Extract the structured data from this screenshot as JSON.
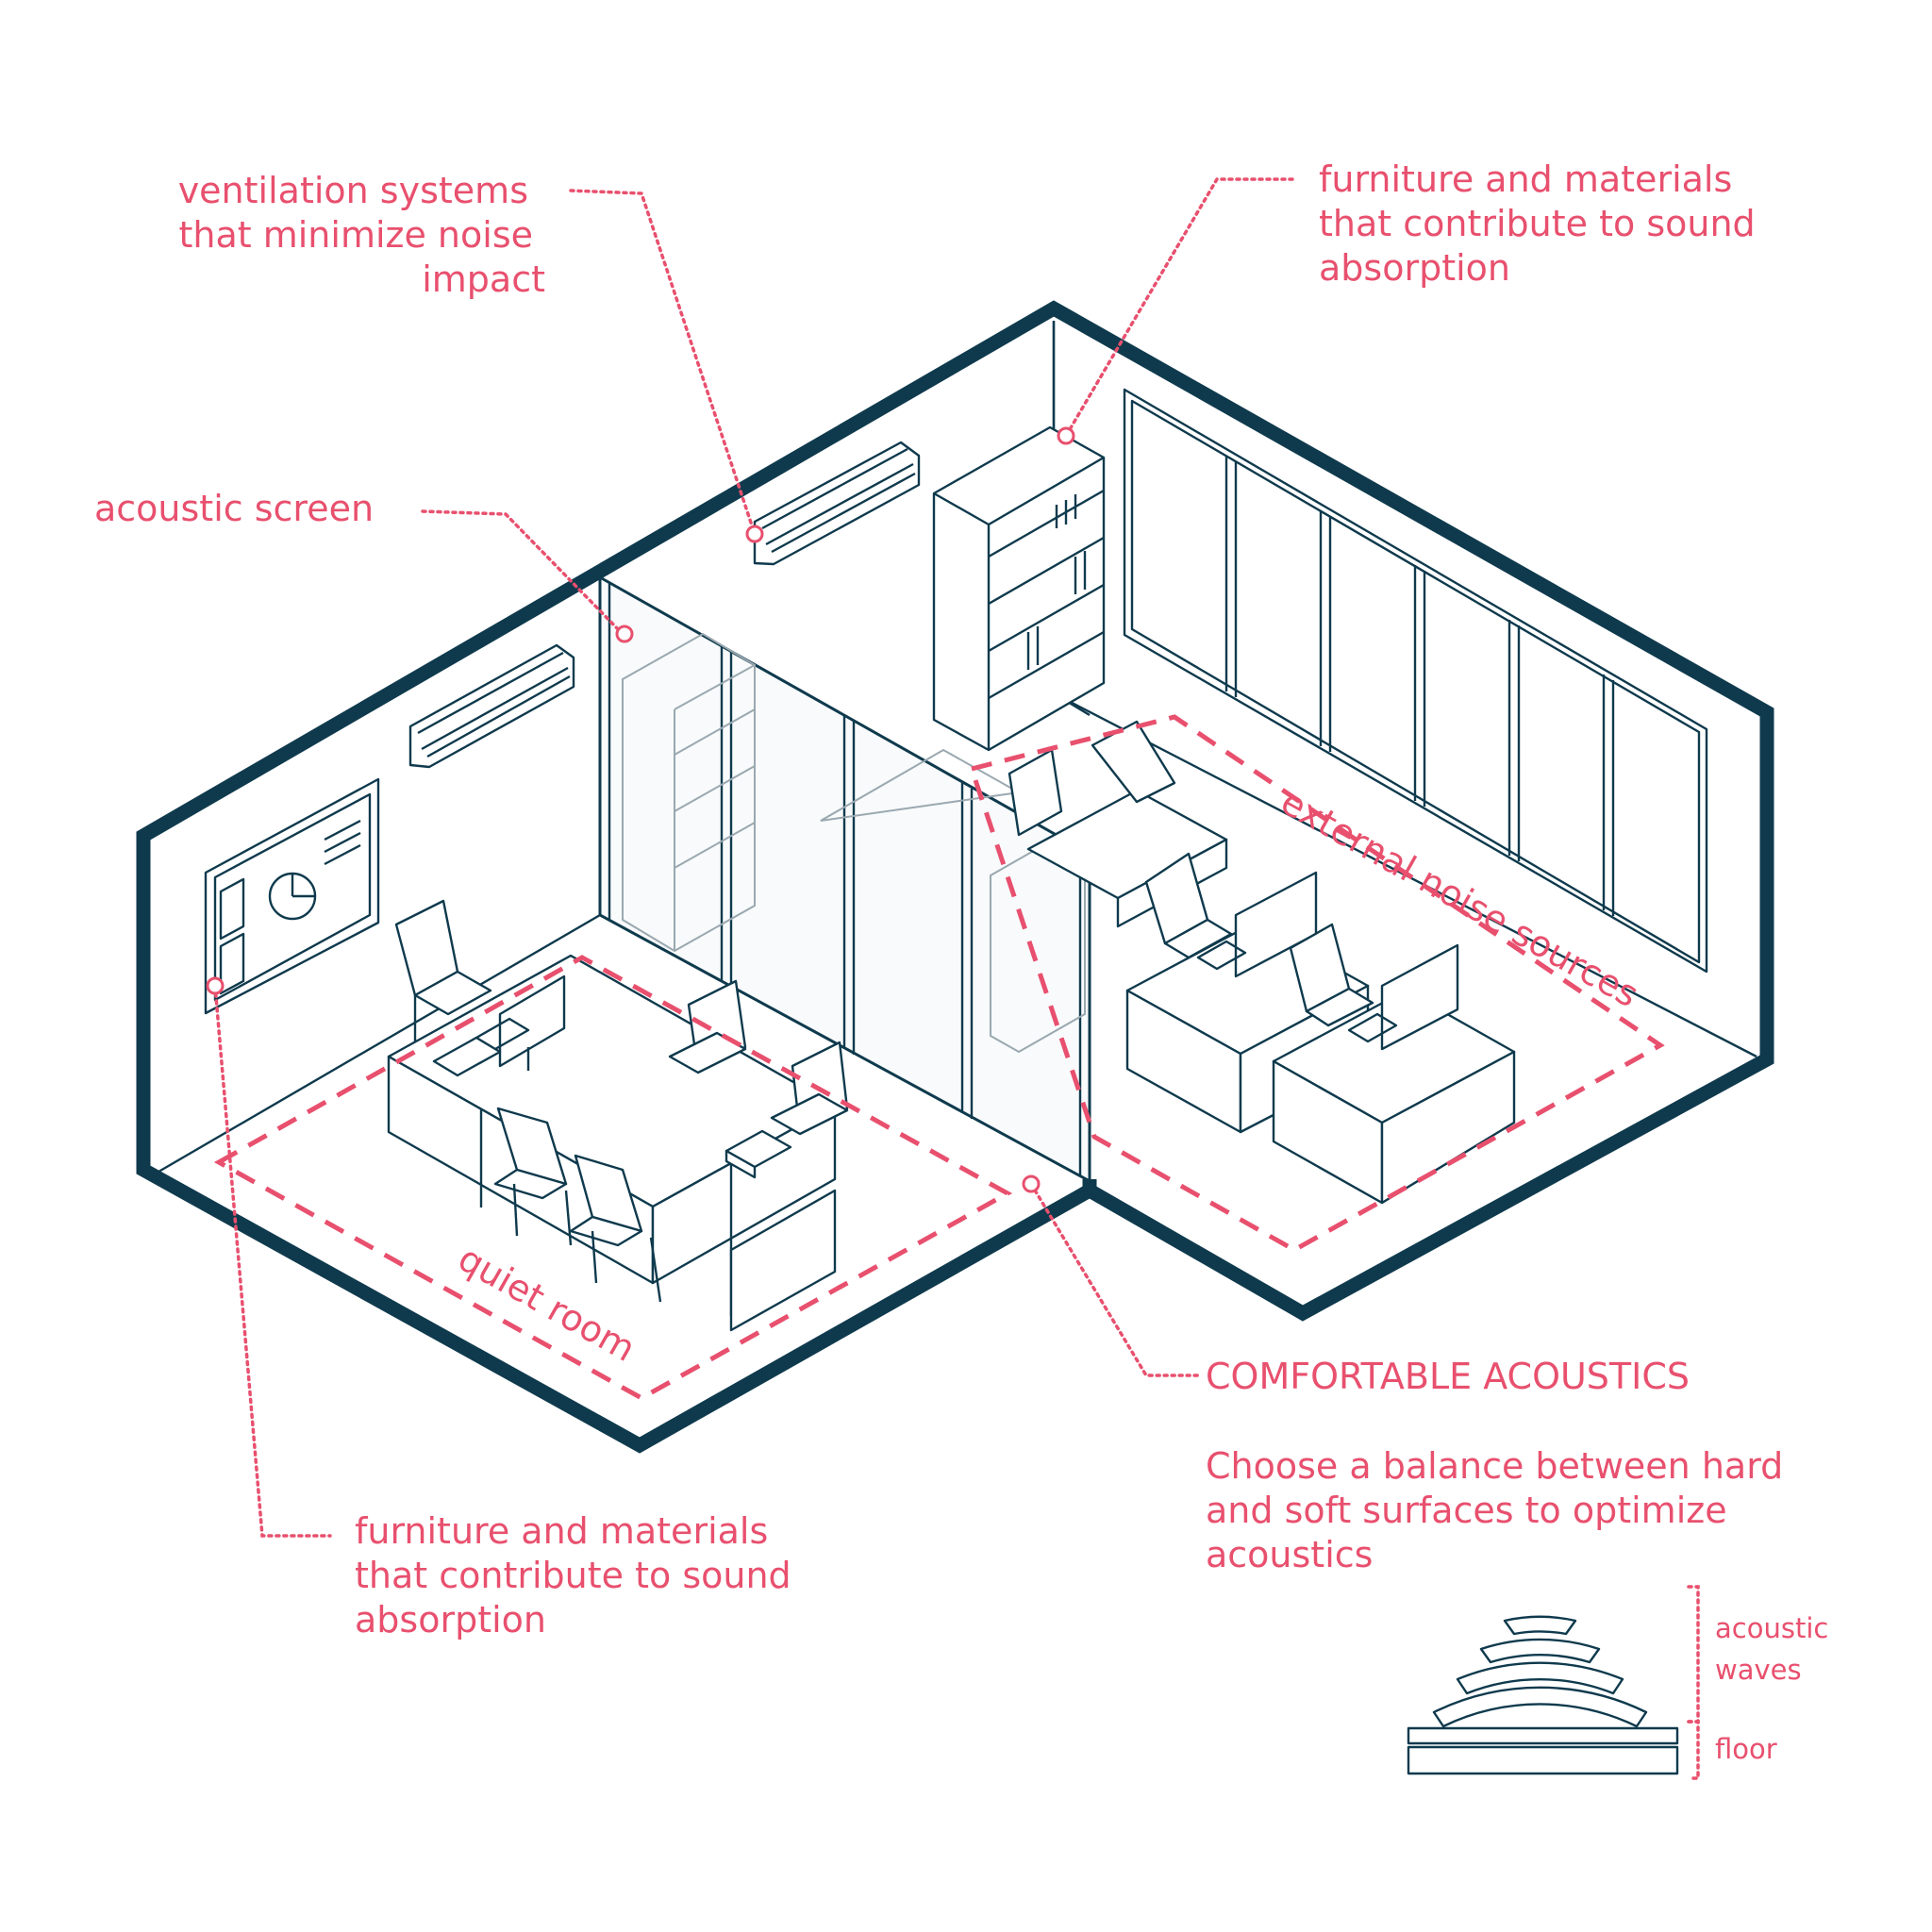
{
  "labels": {
    "ventilation": [
      "ventilation systems",
      "that minimize noise",
      "impact"
    ],
    "furniture_top": [
      "furniture and materials",
      "that contribute to sound",
      "absorption"
    ],
    "acoustic_screen": "acoustic screen",
    "furniture_bottom": [
      "furniture and materials",
      "that contribute to sound",
      "absorption"
    ],
    "external_noise": "external noise sources",
    "quiet_room": "quiet room",
    "comfort_title": "COMFORTABLE ACOUSTICS",
    "comfort_body": [
      "Choose a balance between hard",
      "and soft surfaces to optimize",
      "acoustics"
    ]
  },
  "legend": {
    "waves": [
      "acoustic",
      "waves"
    ],
    "floor": "floor"
  },
  "colors": {
    "accent": "#e8506e",
    "ink": "#0f3a4d"
  }
}
